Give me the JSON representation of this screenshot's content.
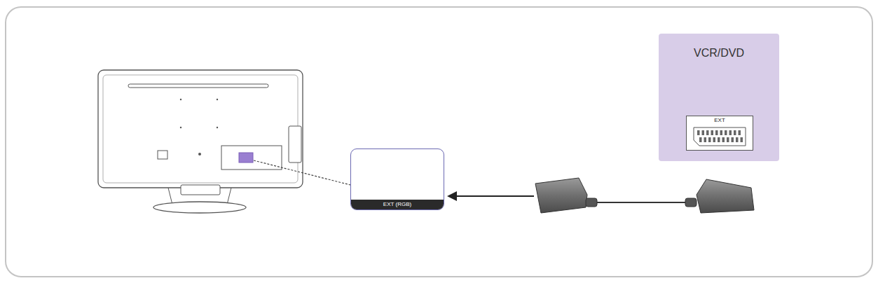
{
  "diagram": {
    "nodes": [
      {
        "text": [
          "VCR/DVD"
        ]
      },
      {
        "text": [
          "EXT"
        ],
        "in": 0
      },
      {
        "text": [
          "EXT (RGB)"
        ]
      }
    ]
  }
}
